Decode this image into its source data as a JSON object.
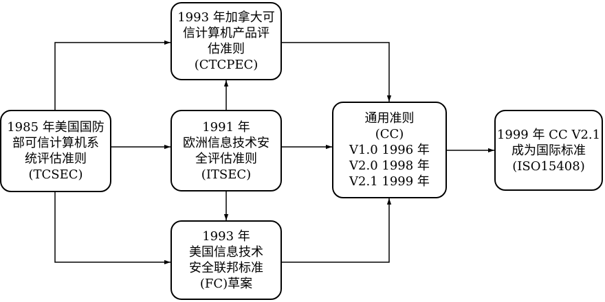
{
  "nodes": {
    "tcsec": {
      "lines": [
        "1985 年美国国防",
        "部可信计算机系",
        "统评估准则",
        "(TCSEC)"
      ]
    },
    "ctcpec": {
      "lines": [
        "1993 年加拿大可",
        "信计算机产品评",
        "估准则",
        "(CTCPEC)"
      ]
    },
    "itsec": {
      "lines": [
        "1991 年",
        "欧洲信息技术安",
        "全评估准则",
        "(ITSEC)"
      ]
    },
    "fc": {
      "lines": [
        "1993 年",
        "美国信息技术",
        "安全联邦标准",
        "(FC)草案"
      ]
    },
    "cc": {
      "lines": [
        "通用准则",
        "(CC)",
        "V1.0 1996 年",
        "V2.0 1998 年",
        "V2.1 1999 年"
      ]
    },
    "iso": {
      "lines": [
        "1999 年 CC V2.1",
        "成为国际标准",
        "(ISO15408)"
      ]
    }
  },
  "edges": [
    {
      "from": "tcsec",
      "to": "ctcpec"
    },
    {
      "from": "tcsec",
      "to": "itsec"
    },
    {
      "from": "tcsec",
      "to": "fc"
    },
    {
      "from": "itsec",
      "to": "ctcpec"
    },
    {
      "from": "itsec",
      "to": "fc"
    },
    {
      "from": "ctcpec",
      "to": "cc"
    },
    {
      "from": "itsec",
      "to": "cc"
    },
    {
      "from": "fc",
      "to": "cc"
    },
    {
      "from": "cc",
      "to": "iso"
    }
  ],
  "style": {
    "line_color": "#000000",
    "box_border": "#000000",
    "background": "#ffffff"
  }
}
